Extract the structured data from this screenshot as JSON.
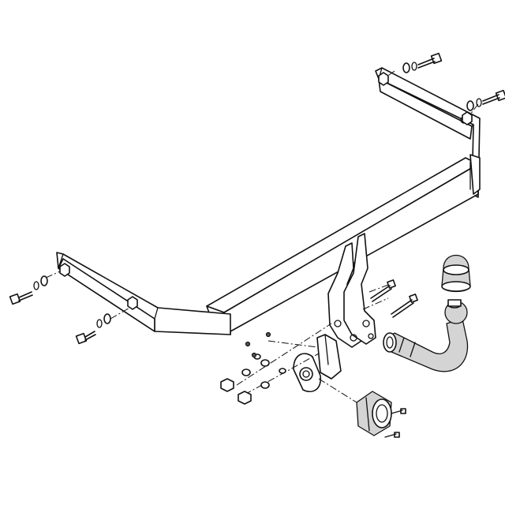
{
  "diagram": {
    "colors": {
      "line": "#111111",
      "fill": "#ffffff",
      "shade": "#d4d4d4"
    },
    "parts": [
      "crossbar",
      "right-bracket",
      "left-bracket",
      "center-mount-plates",
      "tow-ball-arm",
      "tow-ball",
      "ball-cover-cap",
      "socket-plate",
      "electrical-socket",
      "bolts",
      "washers",
      "nuts"
    ]
  }
}
